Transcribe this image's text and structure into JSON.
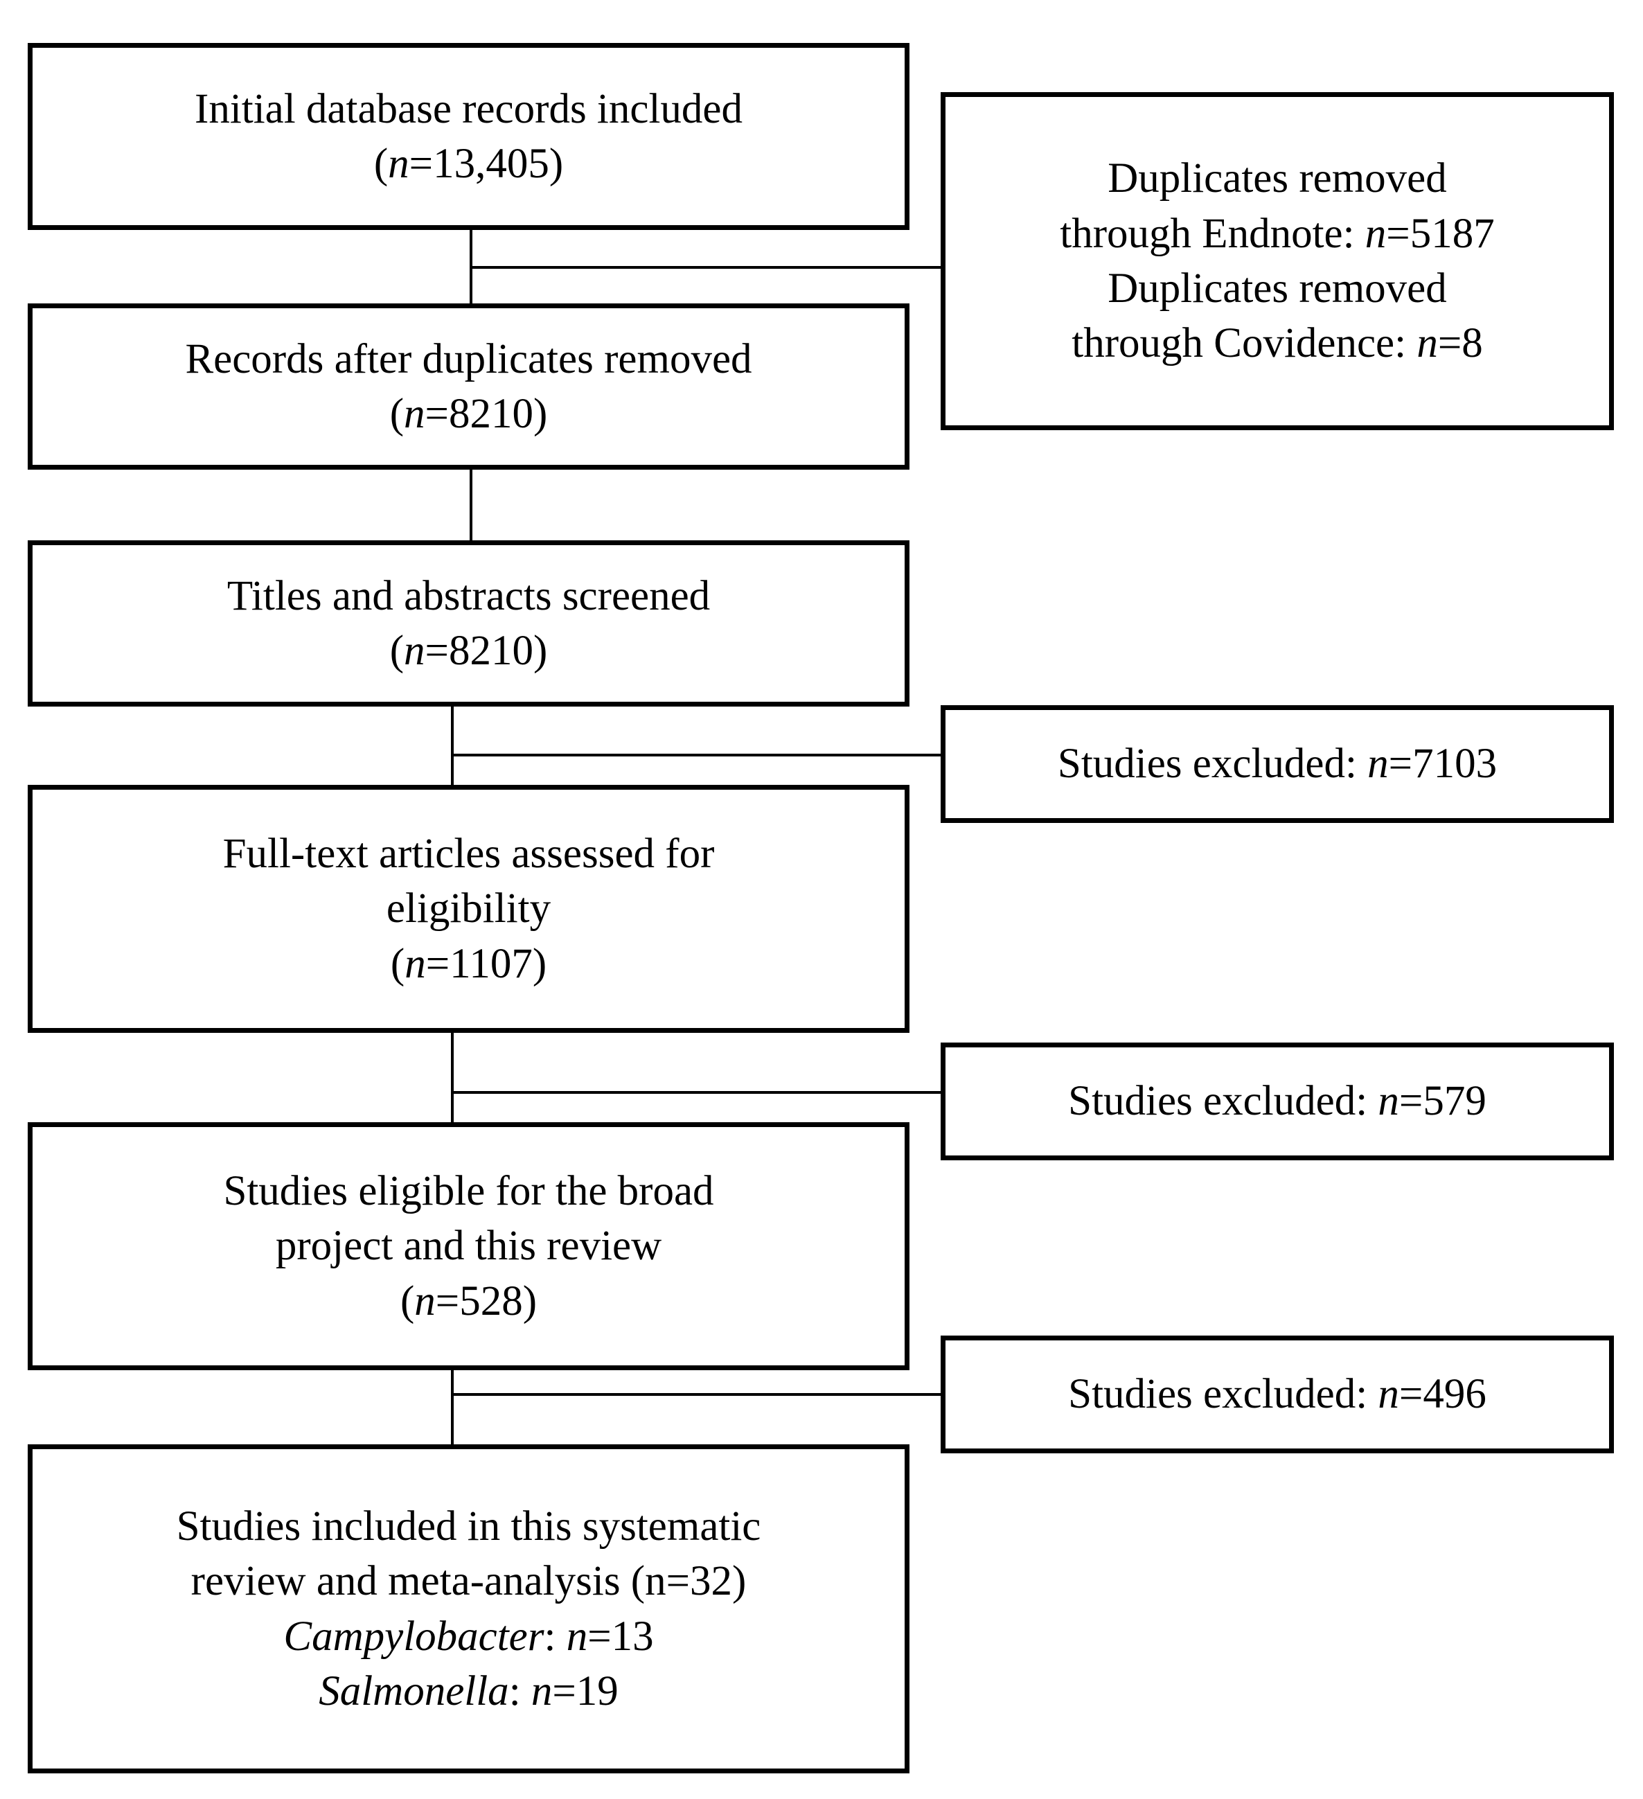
{
  "diagram": {
    "type": "prisma-flow-diagram",
    "title": "",
    "colors": {
      "box_border": "#000000",
      "box_fill": "#ffffff",
      "connector": "#000000",
      "text": "#000000"
    },
    "main_nodes": [
      {
        "id": "identification",
        "name": "initial-records-box",
        "lines": [
          {
            "text": "Initial database records included",
            "italic_parts": []
          },
          {
            "text": "(n=13,405)",
            "italic_parts": [
              "n"
            ]
          }
        ],
        "label": "Initial database records included",
        "count_label": "(n=13,405)",
        "count": 13405
      },
      {
        "id": "after-duplicates",
        "name": "records-after-duplicates-box",
        "lines": [
          {
            "text": "Records after duplicates removed",
            "italic_parts": []
          },
          {
            "text": "(n=8210)",
            "italic_parts": [
              "n"
            ]
          }
        ],
        "label": "Records after duplicates removed",
        "count_label": "(n=8210)",
        "count": 8210
      },
      {
        "id": "screening",
        "name": "titles-abstracts-screened-box",
        "lines": [
          {
            "text": "Titles and abstracts screened",
            "italic_parts": []
          },
          {
            "text": "(n=8210)",
            "italic_parts": [
              "n"
            ]
          }
        ],
        "label": "Titles and abstracts screened",
        "count_label": "(n=8210)",
        "count": 8210
      },
      {
        "id": "eligibility",
        "name": "full-text-assessed-box",
        "lines": [
          {
            "text": "Full-text articles assessed for",
            "italic_parts": []
          },
          {
            "text": "eligibility",
            "italic_parts": []
          },
          {
            "text": "(n=1107)",
            "italic_parts": [
              "n"
            ]
          }
        ],
        "label": "Full-text articles assessed for eligibility",
        "count_label": "(n=1107)",
        "count": 1107
      },
      {
        "id": "broad-eligible",
        "name": "studies-eligible-broad-project-box",
        "lines": [
          {
            "text": "Studies eligible for the broad",
            "italic_parts": []
          },
          {
            "text": "project and this review",
            "italic_parts": []
          },
          {
            "text": "(n=528)",
            "italic_parts": [
              "n"
            ]
          }
        ],
        "label": "Studies eligible for the broad project and this review",
        "count_label": "(n=528)",
        "count": 528
      },
      {
        "id": "included",
        "name": "studies-included-box",
        "lines": [
          {
            "text": "Studies included in this systematic",
            "italic_parts": []
          },
          {
            "text": "review and meta-analysis (n=32)",
            "italic_parts": []
          },
          {
            "text": "Campylobacter: n=13",
            "italic_parts": [
              "Campylobacter",
              "n"
            ]
          },
          {
            "text": "Salmonella: n=19",
            "italic_parts": [
              "Salmonella",
              "n"
            ]
          }
        ],
        "label": "Studies included in this systematic review and meta-analysis",
        "count_label": "(n=32)",
        "count": 32,
        "breakdown": [
          {
            "organism": "Campylobacter",
            "count_label": "n=13",
            "count": 13
          },
          {
            "organism": "Salmonella",
            "count_label": "n=19",
            "count": 19
          }
        ]
      }
    ],
    "side_nodes": [
      {
        "id": "duplicates-removed",
        "name": "duplicates-removed-box",
        "lines": [
          {
            "text": "Duplicates removed",
            "italic_parts": []
          },
          {
            "text": "through Endnote: n=5187",
            "italic_parts": [
              "n"
            ]
          },
          {
            "text": "Duplicates removed",
            "italic_parts": []
          },
          {
            "text": "through Covidence: n=8",
            "italic_parts": [
              "n"
            ]
          }
        ],
        "entries": [
          {
            "source": "Endnote",
            "count_label": "n=5187",
            "count": 5187
          },
          {
            "source": "Covidence",
            "count_label": "n=8",
            "count": 8
          }
        ]
      },
      {
        "id": "excluded-screening",
        "name": "studies-excluded-screening-box",
        "lines": [
          {
            "text": "Studies excluded: n=7103",
            "italic_parts": [
              "n"
            ]
          }
        ],
        "label": "Studies excluded:",
        "count_label": "n=7103",
        "count": 7103
      },
      {
        "id": "excluded-fulltext",
        "name": "studies-excluded-fulltext-box",
        "lines": [
          {
            "text": "Studies excluded: n=579",
            "italic_parts": [
              "n"
            ]
          }
        ],
        "label": "Studies excluded:",
        "count_label": "n=579",
        "count": 579
      },
      {
        "id": "excluded-scope",
        "name": "studies-excluded-scope-box",
        "lines": [
          {
            "text": "Studies excluded: n=496",
            "italic_parts": [
              "n"
            ]
          }
        ],
        "label": "Studies excluded:",
        "count_label": "n=496",
        "count": 496
      }
    ]
  }
}
